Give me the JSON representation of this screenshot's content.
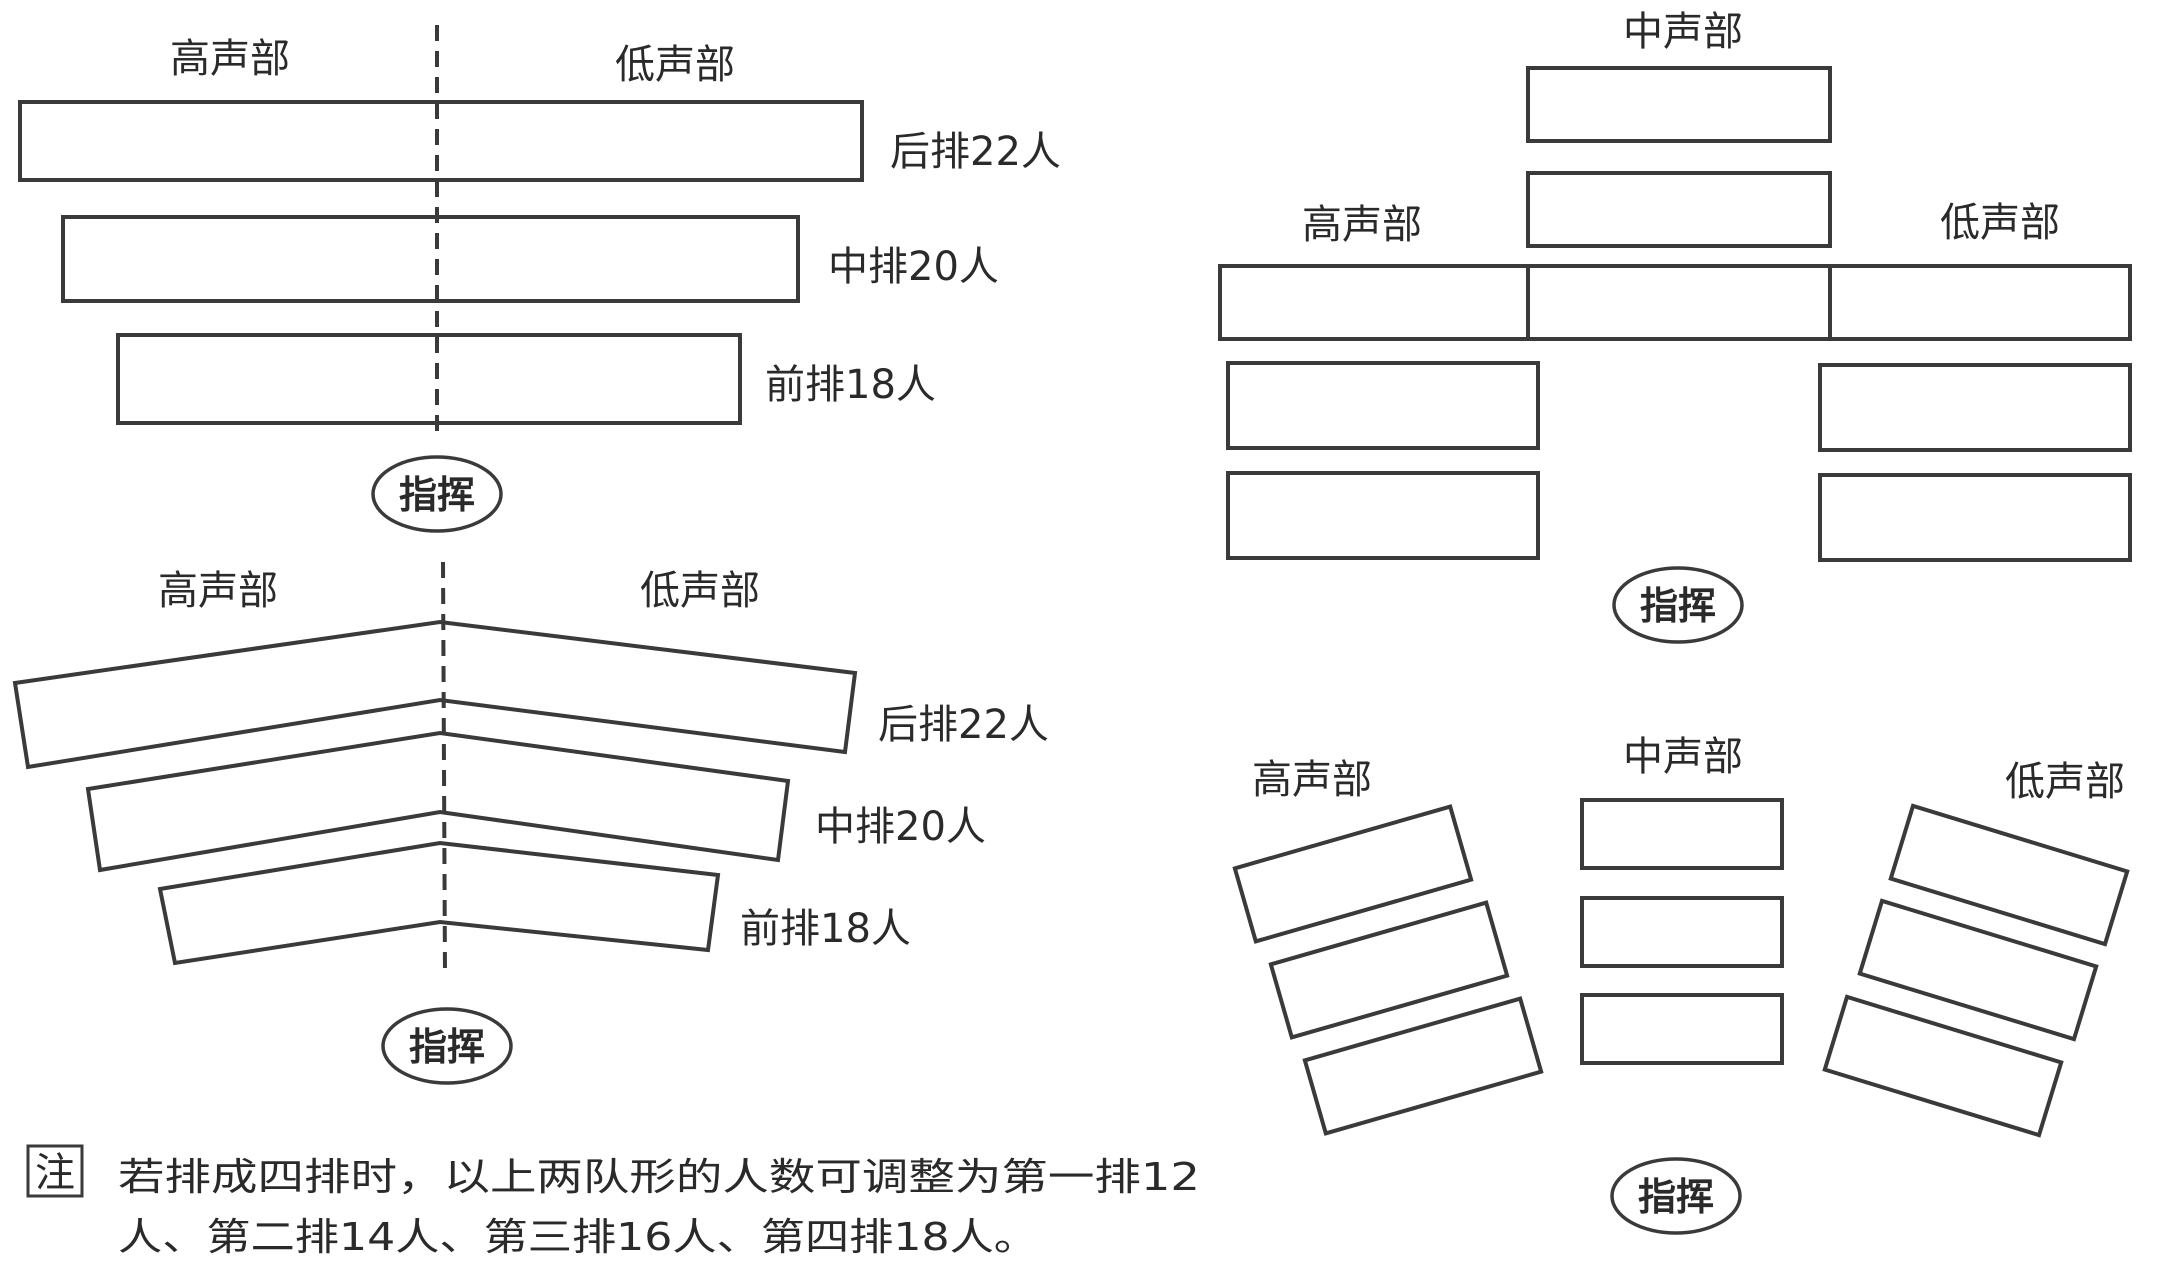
{
  "labels": {
    "high": "高声部",
    "low": "低声部",
    "mid": "中声部",
    "conductor": "指挥"
  },
  "rows": {
    "back": "后排22人",
    "middle": "中排20人",
    "front": "前排18人"
  },
  "note": {
    "mark": "注",
    "line1": "若排成四排时，以上两队形的人数可调整为第一排12",
    "line2": "人、第二排14人、第三排16人、第四排18人。"
  }
}
